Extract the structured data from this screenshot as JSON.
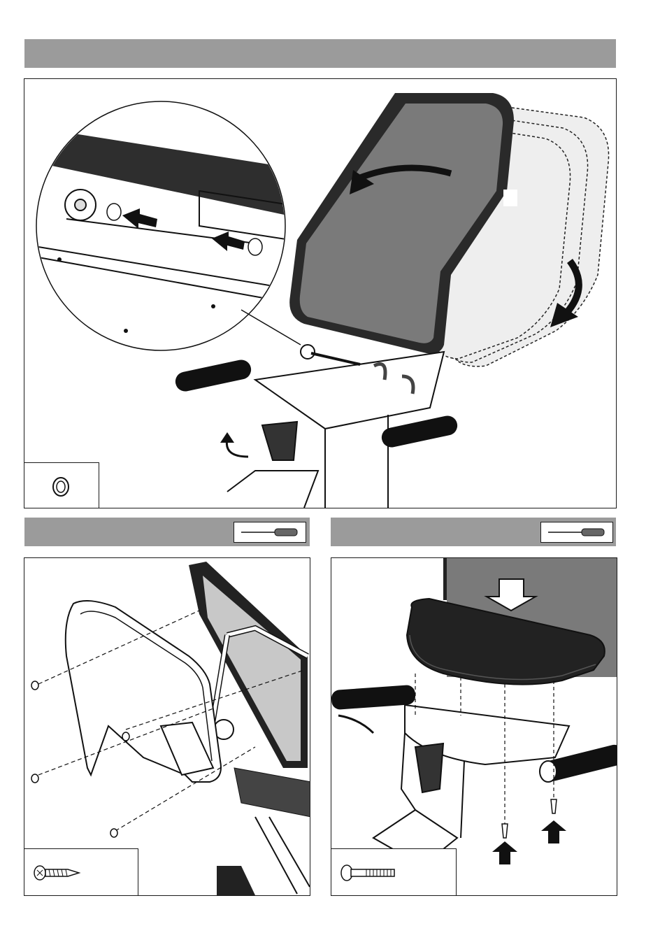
{
  "page": {
    "header_bar": {
      "label": "",
      "color": "#9b9b9b"
    },
    "panel_top": {
      "caption": "",
      "parts_box": {
        "part": "ring-insert"
      },
      "callouts": [
        "rotate-arrow",
        "fold-down-arrow",
        "press-arrow"
      ]
    },
    "section_left": {
      "heading": "",
      "tool": "screwdriver-icon",
      "parts_box": {
        "part": "wood-screw"
      }
    },
    "section_right": {
      "heading": "",
      "tool": "screwdriver-icon",
      "parts_box": {
        "part": "machine-bolt"
      }
    },
    "colors": {
      "bar": "#9b9b9b",
      "seat_dark": "#2a2a2a",
      "seat_mid": "#7a7a7a",
      "backrest_light": "#c8c8c8"
    }
  }
}
